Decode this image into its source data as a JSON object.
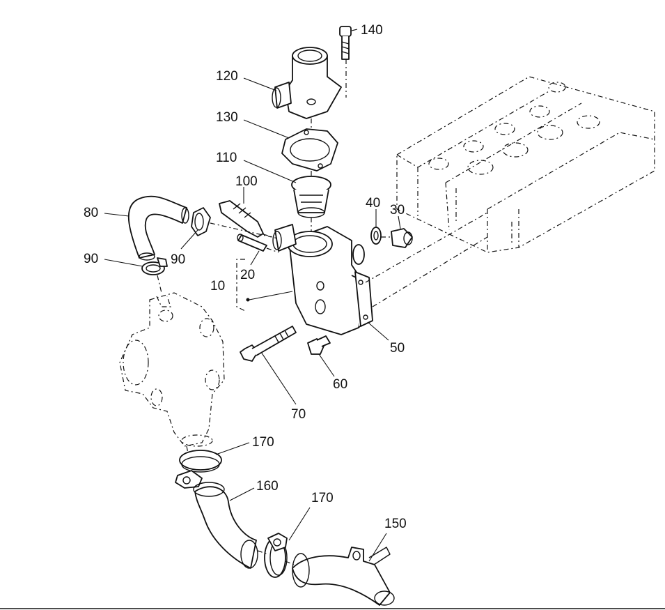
{
  "labels": {
    "p10": "10",
    "p20": "20",
    "p30": "30",
    "p40": "40",
    "p50": "50",
    "p60": "60",
    "p70": "70",
    "p80": "80",
    "p90a": "90",
    "p90b": "90",
    "p100": "100",
    "p110": "110",
    "p120": "120",
    "p130": "130",
    "p140": "140",
    "p150": "150",
    "p160": "160",
    "p170a": "170",
    "p170b": "170"
  }
}
